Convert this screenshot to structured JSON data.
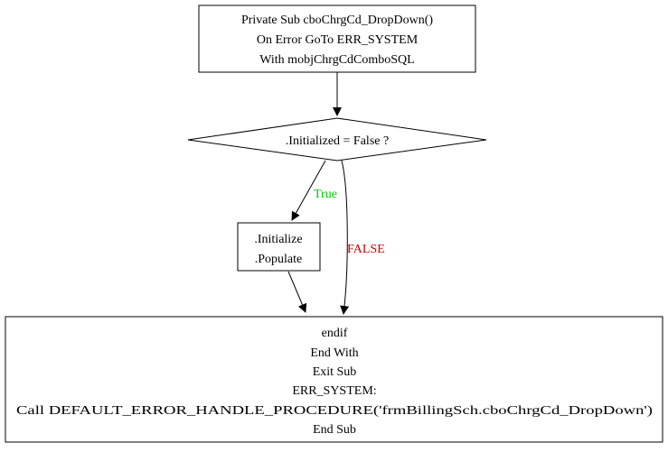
{
  "diagram": {
    "nodes": [
      {
        "id": "start",
        "shape": "box",
        "lines": [
          "Private Sub cboChrgCd_DropDown()",
          "On Error GoTo ERR_SYSTEM",
          "With mobjChrgCdComboSQL"
        ]
      },
      {
        "id": "decision",
        "shape": "diamond",
        "lines": [
          ".Initialized = False  ?"
        ]
      },
      {
        "id": "init",
        "shape": "box",
        "lines": [
          ".Initialize",
          ".Populate"
        ]
      },
      {
        "id": "end",
        "shape": "box",
        "lines": [
          "endif",
          "End With",
          "Exit Sub",
          "ERR_SYSTEM:",
          "Call DEFAULT_ERROR_HANDLE_PROCEDURE('frmBillingSch.cboChrgCd_DropDown')",
          "End Sub"
        ]
      }
    ],
    "edges": [
      {
        "from": "start",
        "to": "decision",
        "label": ""
      },
      {
        "from": "decision",
        "to": "init",
        "label": "True",
        "color": "#00cc00"
      },
      {
        "from": "decision",
        "to": "end",
        "label": "FALSE",
        "color": "#cc0000"
      },
      {
        "from": "init",
        "to": "end",
        "label": ""
      }
    ]
  }
}
